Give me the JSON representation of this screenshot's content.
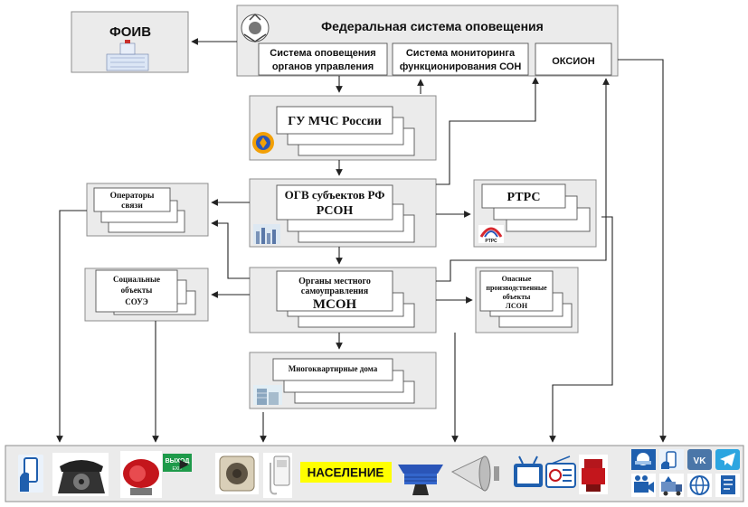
{
  "nodes": {
    "foiv": {
      "title": "ФОИВ"
    },
    "federal": {
      "title": "Федеральная система оповещения",
      "sub_control_line1": "Система оповещения",
      "sub_control_line2": "органов управления",
      "sub_monitoring_line1": "Система мониторинга",
      "sub_monitoring_line2": "функционирования СОН",
      "sub_oksion": "ОКСИОН"
    },
    "gu_mchs": {
      "title": "ГУ МЧС России"
    },
    "ogv": {
      "title_line1": "ОГВ субъектов РФ",
      "title_line2": "РСОН"
    },
    "rtrs": {
      "title": "РТРС",
      "logo_text": "РТРС"
    },
    "operators": {
      "line1": "Операторы",
      "line2": "связи"
    },
    "social": {
      "line1": "Социальные",
      "line2": "объекты",
      "line3": "СОУЭ"
    },
    "local": {
      "line1": "Органы местного",
      "line2": "самоуправления",
      "line3": "МСОН"
    },
    "hazard": {
      "line1": "Опасные",
      "line2": "производственные",
      "line3": "объекты",
      "line4": "ЛСОН"
    },
    "apartments": {
      "title": "Многоквартирные дома"
    }
  },
  "bottom": {
    "population": "НАСЕЛЕНИЕ",
    "exit_sign": "ВЫХОД",
    "exit_sub": "EXIT",
    "vk": "VK"
  },
  "colors": {
    "panel_bg": "#ebebeb",
    "panel_border": "#8c8c8c",
    "population_bg": "#ffff00",
    "mchs_blue": "#2a55b8",
    "mchs_orange": "#f2a007",
    "vk_blue": "#4a76a8",
    "telegram_blue": "#2ca5e0"
  },
  "icons": [
    "government-building-icon",
    "mchs-emblem-icon",
    "city-skyline-icon",
    "rtrs-logo-icon",
    "apartment-building-icon",
    "smartphone-icon",
    "rotary-phone-icon",
    "siren-icon",
    "exit-sign-icon",
    "loudspeaker-box-icon",
    "intercom-icon",
    "mushroom-siren-icon",
    "horn-loudspeaker-icon",
    "tv-icon",
    "radio-icon",
    "red-siren-icon",
    "info-board-icon",
    "phone-hand-icon",
    "vk-icon",
    "telegram-icon",
    "video-camera-icon",
    "truck-loudspeaker-icon",
    "web-globe-icon",
    "document-icon"
  ]
}
